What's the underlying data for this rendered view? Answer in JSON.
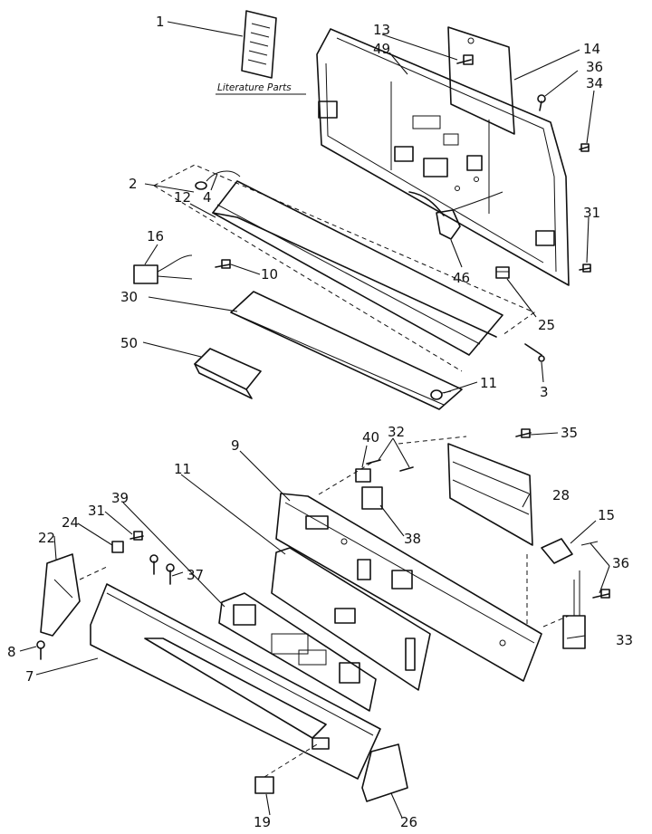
{
  "caption": "Literature Parts",
  "callouts": [
    {
      "id": "1",
      "label": "1"
    },
    {
      "id": "2",
      "label": "2"
    },
    {
      "id": "3",
      "label": "3"
    },
    {
      "id": "4",
      "label": "4"
    },
    {
      "id": "7",
      "label": "7"
    },
    {
      "id": "8",
      "label": "8"
    },
    {
      "id": "9",
      "label": "9"
    },
    {
      "id": "10",
      "label": "10"
    },
    {
      "id": "11a",
      "label": "11"
    },
    {
      "id": "11b",
      "label": "11"
    },
    {
      "id": "12",
      "label": "12"
    },
    {
      "id": "13",
      "label": "13"
    },
    {
      "id": "14",
      "label": "14"
    },
    {
      "id": "15",
      "label": "15"
    },
    {
      "id": "16",
      "label": "16"
    },
    {
      "id": "19",
      "label": "19"
    },
    {
      "id": "22",
      "label": "22"
    },
    {
      "id": "24",
      "label": "24"
    },
    {
      "id": "25",
      "label": "25"
    },
    {
      "id": "26",
      "label": "26"
    },
    {
      "id": "28",
      "label": "28"
    },
    {
      "id": "30",
      "label": "30"
    },
    {
      "id": "31a",
      "label": "31"
    },
    {
      "id": "31b",
      "label": "31"
    },
    {
      "id": "32",
      "label": "32"
    },
    {
      "id": "33",
      "label": "33"
    },
    {
      "id": "34",
      "label": "34"
    },
    {
      "id": "35",
      "label": "35"
    },
    {
      "id": "36a",
      "label": "36"
    },
    {
      "id": "36b",
      "label": "36"
    },
    {
      "id": "37",
      "label": "37"
    },
    {
      "id": "38",
      "label": "38"
    },
    {
      "id": "39",
      "label": "39"
    },
    {
      "id": "40",
      "label": "40"
    },
    {
      "id": "46",
      "label": "46"
    },
    {
      "id": "49",
      "label": "49"
    },
    {
      "id": "50",
      "label": "50"
    }
  ]
}
